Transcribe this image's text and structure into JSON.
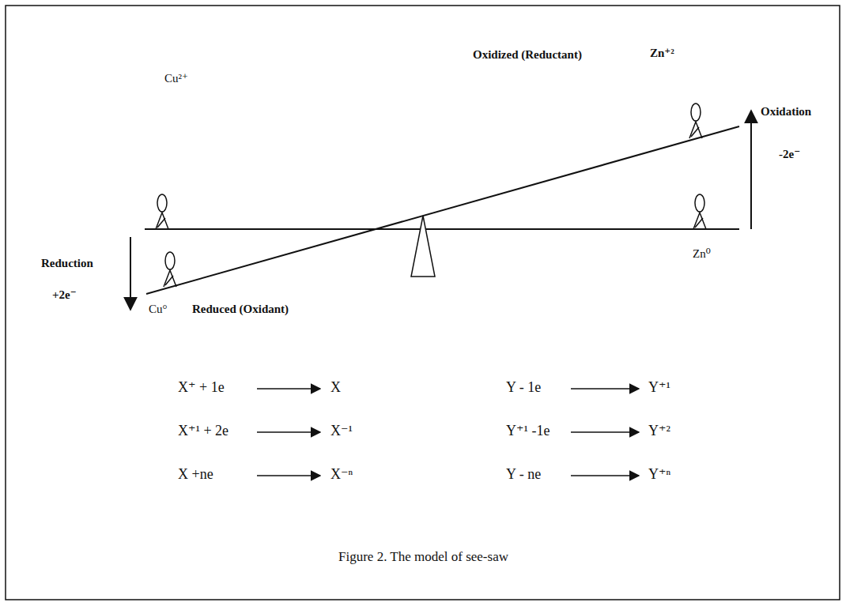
{
  "diagram": {
    "caption": "Figure 2. The model of see-saw",
    "labels": [
      "Cu²⁺",
      "Oxidized (Reductant)",
      "Zn⁺²",
      "Oxidation",
      "-2e⁻",
      "Reduction",
      "+2e⁻",
      "Zn⁰",
      "Cu°",
      "Reduced (Oxidant)",
      "X⁺ + 1e",
      "X",
      "X⁺¹ + 2e",
      "X⁻¹",
      "X  +ne",
      "X⁻ⁿ",
      "Y - 1e",
      "Y⁺¹",
      "Y⁺¹ -1e",
      "Y⁺²",
      "Y - ne",
      "Y⁺ⁿ"
    ]
  }
}
